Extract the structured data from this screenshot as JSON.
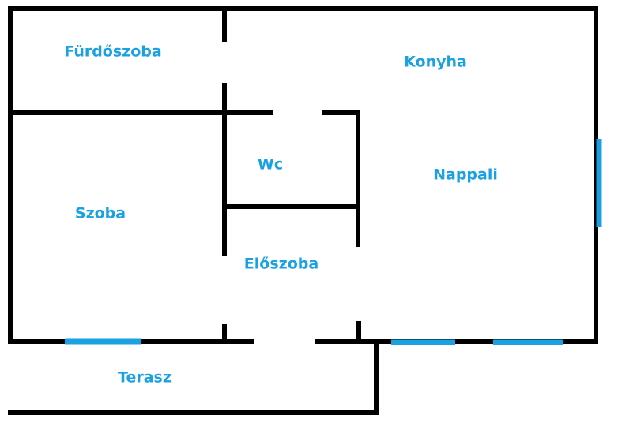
{
  "colors": {
    "wall": "#000000",
    "window": "#1ba1e2",
    "label": "#1ba1e2",
    "background": "#ffffff"
  },
  "rooms": [
    {
      "key": "furdoszoba",
      "label": "Fürdőszoba"
    },
    {
      "key": "konyha",
      "label": "Konyha"
    },
    {
      "key": "wc",
      "label": "Wc"
    },
    {
      "key": "nappali",
      "label": "Nappali"
    },
    {
      "key": "szoba",
      "label": "Szoba"
    },
    {
      "key": "eloszoba",
      "label": "Előszoba"
    },
    {
      "key": "terasz",
      "label": "Terasz"
    }
  ]
}
